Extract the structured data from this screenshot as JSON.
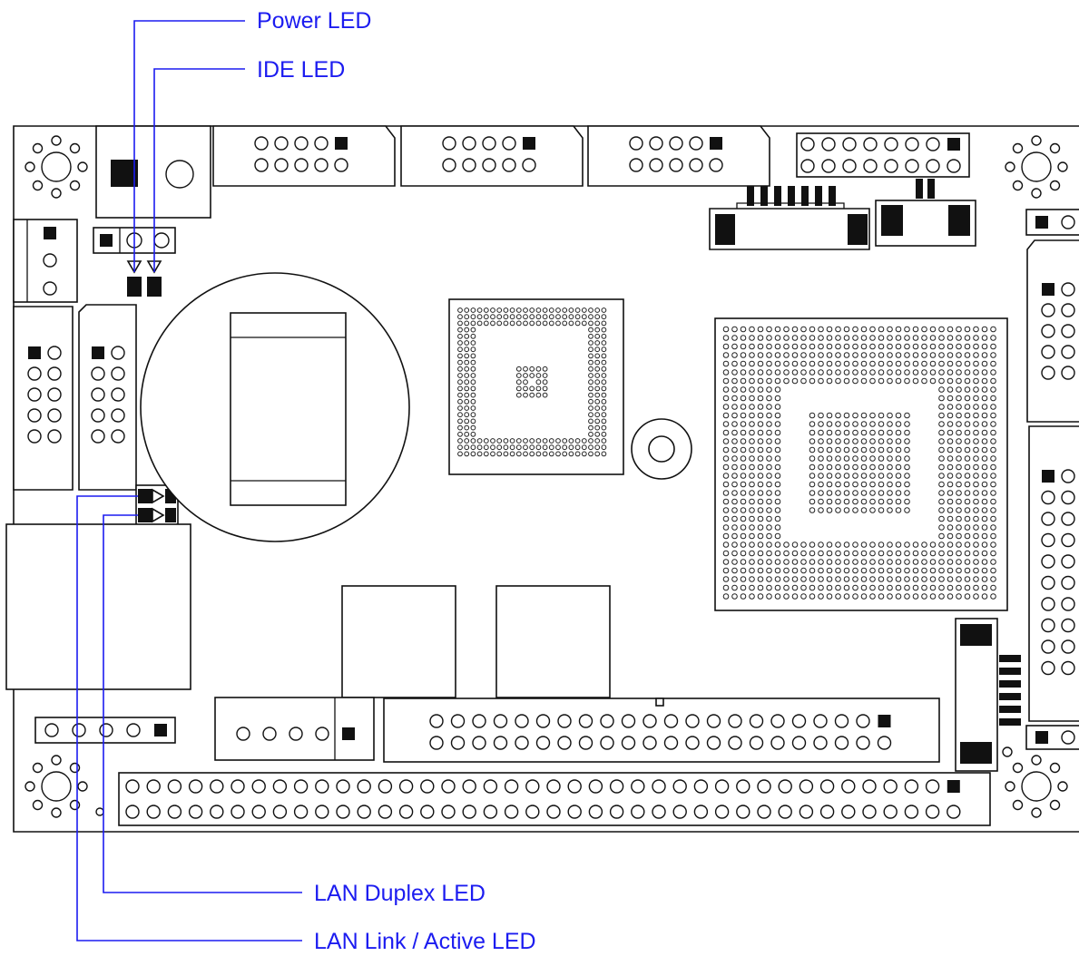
{
  "diagram": {
    "callouts": {
      "power_led": "Power LED",
      "ide_led": "IDE LED",
      "lan_duplex_led": "LAN Duplex LED",
      "lan_link_active_led": "LAN Link / Active LED"
    },
    "colors": {
      "callout": "#1c1cf0",
      "outline": "#111111",
      "background": "#ffffff"
    }
  }
}
